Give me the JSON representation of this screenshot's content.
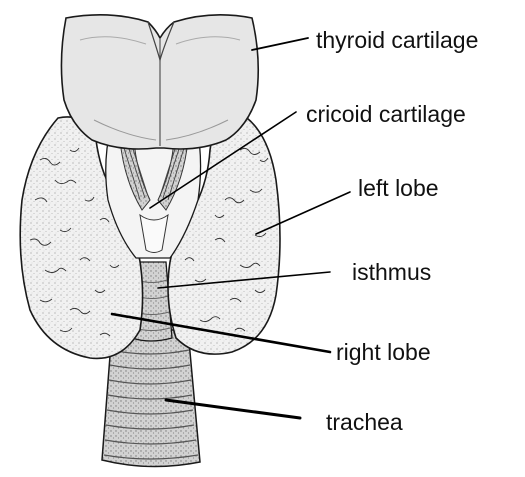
{
  "labels": {
    "thyroid_cartilage": "thyroid cartilage",
    "cricoid_cartilage": "cricoid cartilage",
    "left_lobe": "left lobe",
    "isthmus": "isthmus",
    "right_lobe": "right lobe",
    "trachea": "trachea"
  },
  "colors": {
    "background": "#ffffff",
    "outline": "#1a1a1a",
    "cartilage_fill": "#e6e6e6",
    "gland_fill": "#efefef",
    "trachea_fill": "#cfcfcf",
    "text": "#111111"
  }
}
